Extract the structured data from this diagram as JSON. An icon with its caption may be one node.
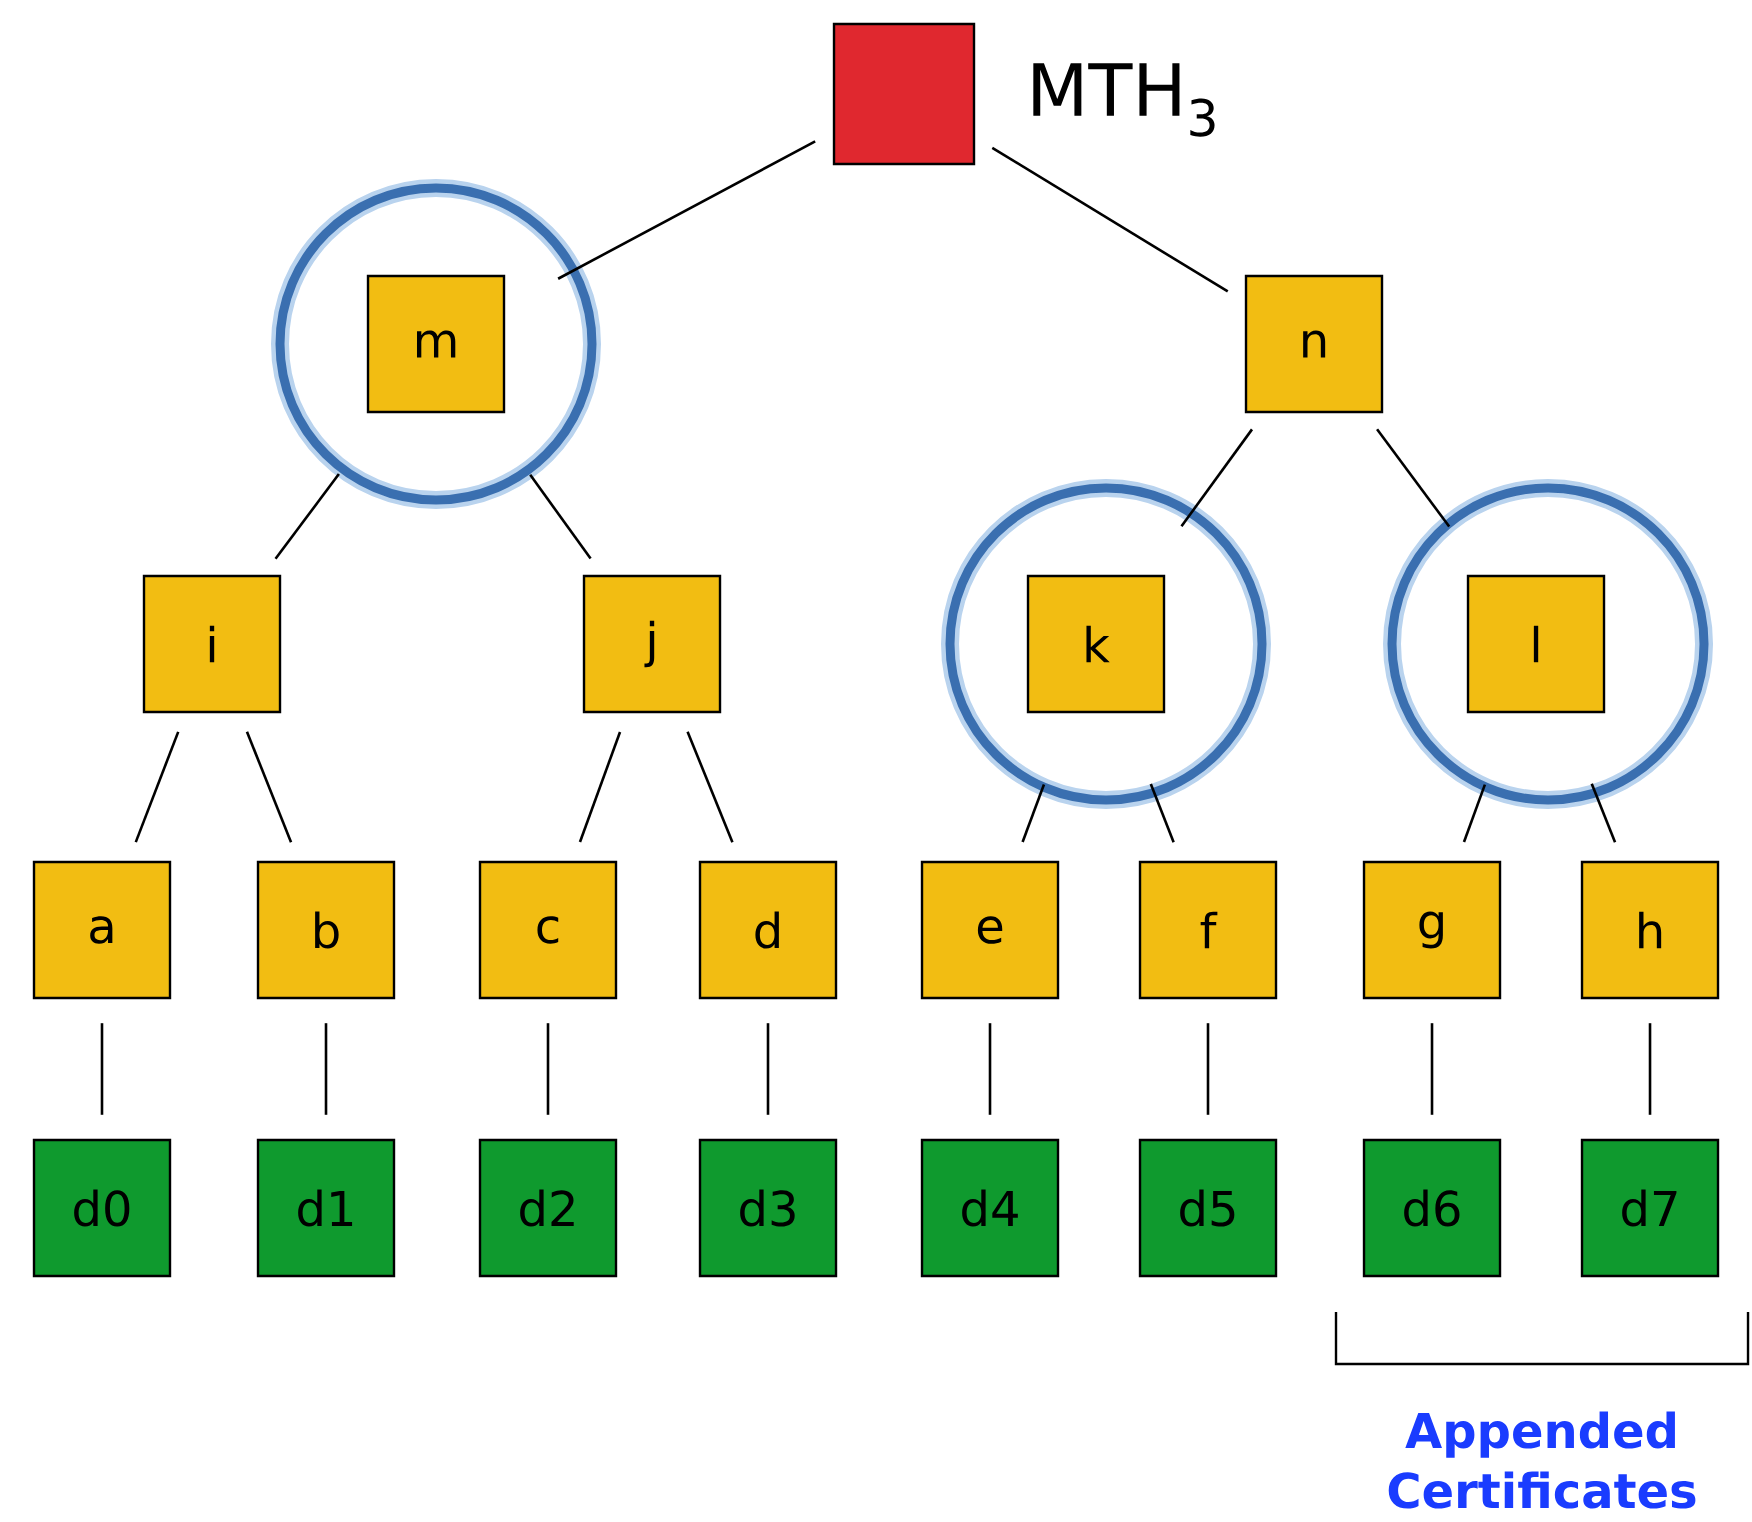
{
  "diagram": {
    "nodes": [
      {
        "text": [
          "MTH$_{3}$"
        ]
      },
      {
        "text": [],
        "shape": "circle"
      },
      {
        "text": [
          "m"
        ],
        "in": 1
      },
      {
        "text": [
          "n"
        ]
      },
      {
        "text": [
          "i"
        ]
      },
      {
        "text": [
          "j"
        ]
      },
      {
        "text": [],
        "shape": "circle"
      },
      {
        "text": [
          "k"
        ],
        "in": 6
      },
      {
        "text": [],
        "shape": "circle"
      },
      {
        "text": [
          "l"
        ],
        "in": 8
      },
      {
        "text": [
          "a"
        ]
      },
      {
        "text": [
          "b"
        ]
      },
      {
        "text": [
          "c"
        ]
      },
      {
        "text": [
          "d"
        ]
      },
      {
        "text": [
          "e"
        ]
      },
      {
        "text": [
          "f"
        ]
      },
      {
        "text": [
          "g"
        ]
      },
      {
        "text": [
          "h"
        ]
      },
      {
        "text": [
          "d0"
        ]
      },
      {
        "text": [
          "d1"
        ]
      },
      {
        "text": [
          "d2"
        ]
      },
      {
        "text": [
          "d3"
        ]
      },
      {
        "text": [
          "d4"
        ]
      },
      {
        "text": [
          "d5"
        ]
      },
      {
        "text": [
          "d6"
        ]
      },
      {
        "text": [
          "d7"
        ]
      }
    ],
    "edges": [
      {
        "from": 0,
        "to": 2,
        "arrow": "none"
      },
      {
        "from": 0,
        "to": 3,
        "arrow": "none"
      },
      {
        "from": 2,
        "to": 4,
        "arrow": "none"
      },
      {
        "from": 2,
        "to": 5,
        "arrow": "none"
      },
      {
        "from": 3,
        "to": 7,
        "arrow": "none"
      },
      {
        "from": 3,
        "to": 9,
        "arrow": "none"
      },
      {
        "from": 4,
        "to": 10,
        "arrow": "none"
      },
      {
        "from": 4,
        "to": 11,
        "arrow": "none"
      },
      {
        "from": 5,
        "to": 12,
        "arrow": "none"
      },
      {
        "from": 5,
        "to": 13,
        "arrow": "none"
      },
      {
        "from": 7,
        "to": 14,
        "arrow": "none"
      },
      {
        "from": 7,
        "to": 15,
        "arrow": "none"
      },
      {
        "from": 9,
        "to": 16,
        "arrow": "none"
      },
      {
        "from": 9,
        "to": 17,
        "arrow": "none"
      },
      {
        "from": 10,
        "to": 18,
        "arrow": "none"
      },
      {
        "from": 11,
        "to": 19,
        "arrow": "none"
      },
      {
        "from": 12,
        "to": 20,
        "arrow": "none"
      },
      {
        "from": 13,
        "to": 21,
        "arrow": "none"
      },
      {
        "from": 14,
        "to": 22,
        "arrow": "none"
      },
      {
        "from": 15,
        "to": 23,
        "arrow": "none"
      },
      {
        "from": 16,
        "to": 24,
        "arrow": "none"
      },
      {
        "from": 17,
        "to": 25,
        "arrow": "none"
      }
    ],
    "labels": [
      "Appended Certificates"
    ]
  }
}
